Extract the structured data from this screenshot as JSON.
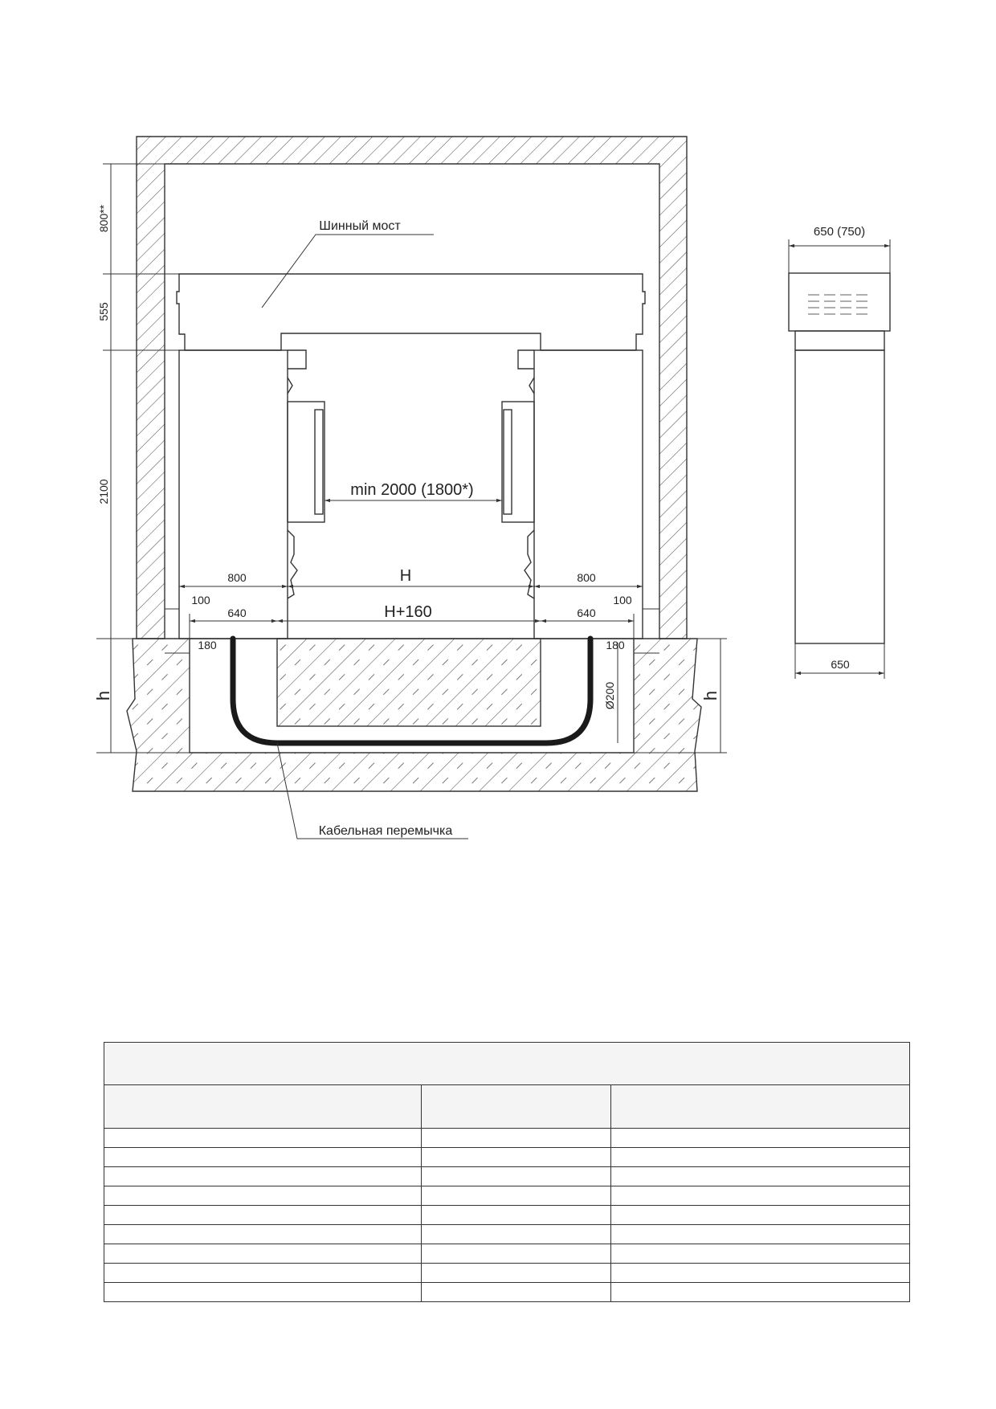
{
  "drawing": {
    "labels": {
      "busbar_bridge": "Шинный мост",
      "cable_jumper": "Кабельная перемычка",
      "clearance": "min 2000 (1800*)",
      "dim_h": "H",
      "dim_h160": "H+160",
      "depth_top": "650 (750)",
      "depth_bottom": "650",
      "pipe_diameter": "Ø200",
      "h_left": "h",
      "h_right": "h"
    },
    "dimensions": {
      "top_gap": "800**",
      "bridge_height": "555",
      "cabinet_height": "2100",
      "cabinet_width_left": "800",
      "cabinet_width_right": "800",
      "wall_gap_left": "100",
      "wall_gap_right": "100",
      "channel_width_left": "640",
      "channel_width_right": "640",
      "channel_offset_left": "180",
      "channel_offset_right": "180"
    },
    "colors": {
      "line": "#333333",
      "hatch": "#555555",
      "cable": "#1a1a1a"
    }
  },
  "table": {
    "caption": "",
    "headers": [
      "",
      "",
      ""
    ],
    "rows": [
      [
        "",
        "",
        ""
      ],
      [
        "",
        "",
        ""
      ],
      [
        "",
        "",
        ""
      ],
      [
        "",
        "",
        ""
      ],
      [
        "",
        "",
        ""
      ],
      [
        "",
        "",
        ""
      ],
      [
        "",
        "",
        ""
      ],
      [
        "",
        "",
        ""
      ],
      [
        "",
        "",
        ""
      ]
    ]
  }
}
